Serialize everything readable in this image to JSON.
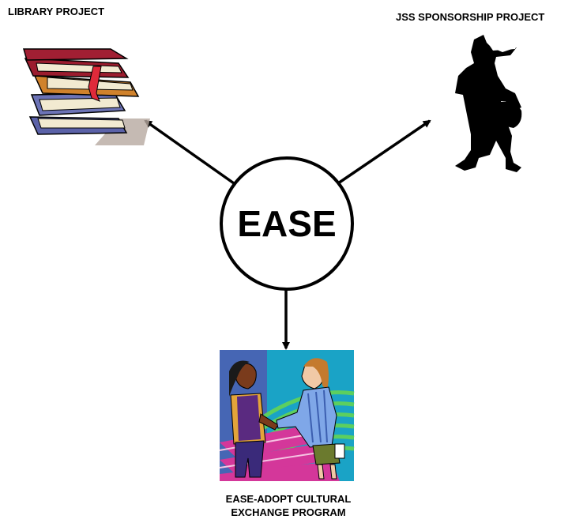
{
  "nodes": {
    "center": {
      "label": "EASE"
    },
    "library": {
      "label": "LIBRARY PROJECT",
      "icon": "books-stack-icon"
    },
    "jss": {
      "label": "JSS SPONSORSHIP PROJECT",
      "icon": "schoolchild-silhouette-icon"
    },
    "exchange": {
      "label_line1": "EASE-ADOPT CULTURAL",
      "label_line2": "EXCHANGE PROGRAM",
      "icon": "handshake-people-icon"
    }
  },
  "colors": {
    "stroke": "#000000",
    "book_red": "#9b1c2e",
    "book_orange": "#d0822c",
    "book_blue": "#6c73b6",
    "book_pages": "#f2ead1",
    "bookmark": "#e02a3a",
    "clip_teal": "#3cb4c6",
    "clip_magenta": "#d4379a",
    "clip_green": "#5ccf5f"
  }
}
